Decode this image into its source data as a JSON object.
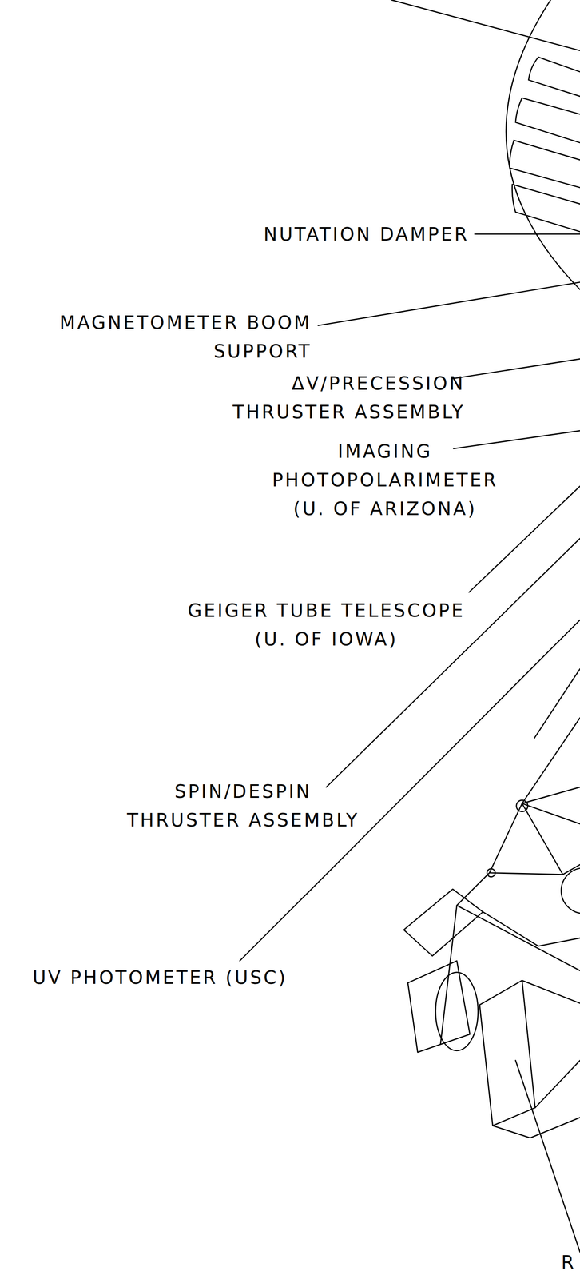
{
  "diagram": {
    "labels": [
      "NUTATION DAMPER",
      "MAGNETOMETER BOOM SUPPORT",
      "ΔV/PRECESSION THRUSTER ASSEMBLY",
      "IMAGING PHOTOPOLARIMETER (U. OF ARIZONA)",
      "GEIGER TUBE TELESCOPE (U. OF IOWA)",
      "SPIN/DESPIN THRUSTER ASSEMBLY",
      "UV PHOTOMETER (USC)",
      "R"
    ]
  }
}
